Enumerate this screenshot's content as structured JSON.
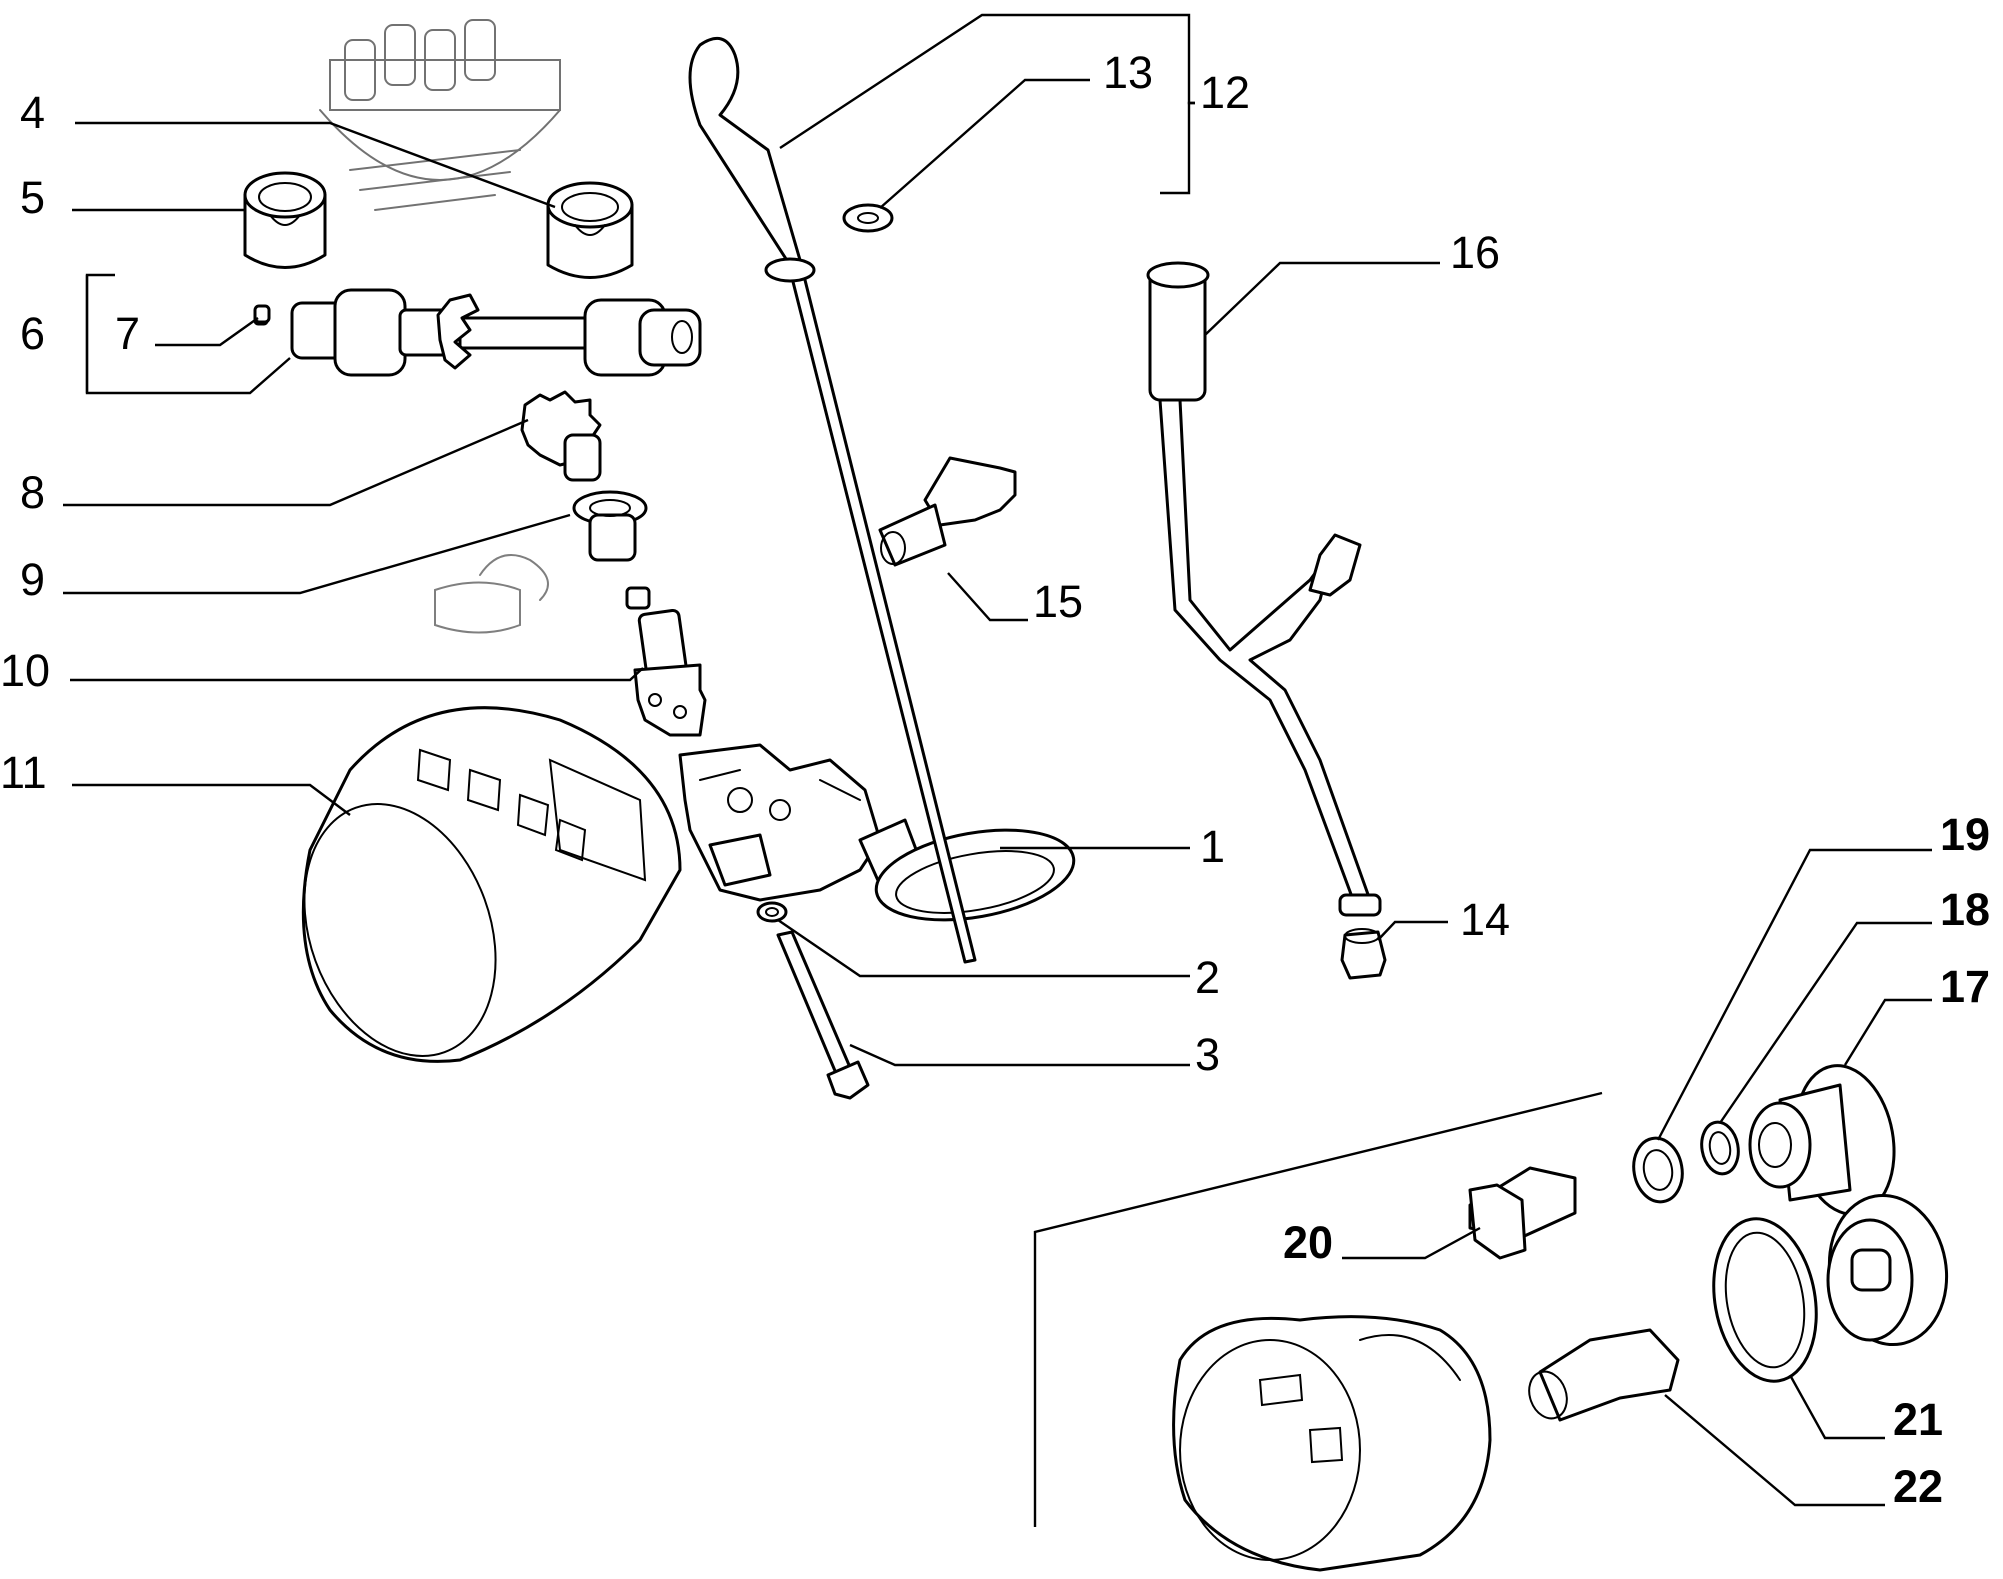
{
  "diagram": {
    "callouts": {
      "c1": "1",
      "c2": "2",
      "c3": "3",
      "c4": "4",
      "c5": "5",
      "c6": "6",
      "c7": "7",
      "c8": "8",
      "c9": "9",
      "c10": "10",
      "c11": "11",
      "c12": "12",
      "c13": "13",
      "c14": "14",
      "c15": "15",
      "c16": "16",
      "c17": "17",
      "c18": "18",
      "c19": "19",
      "c20": "20",
      "c21": "21",
      "c22": "22"
    }
  }
}
